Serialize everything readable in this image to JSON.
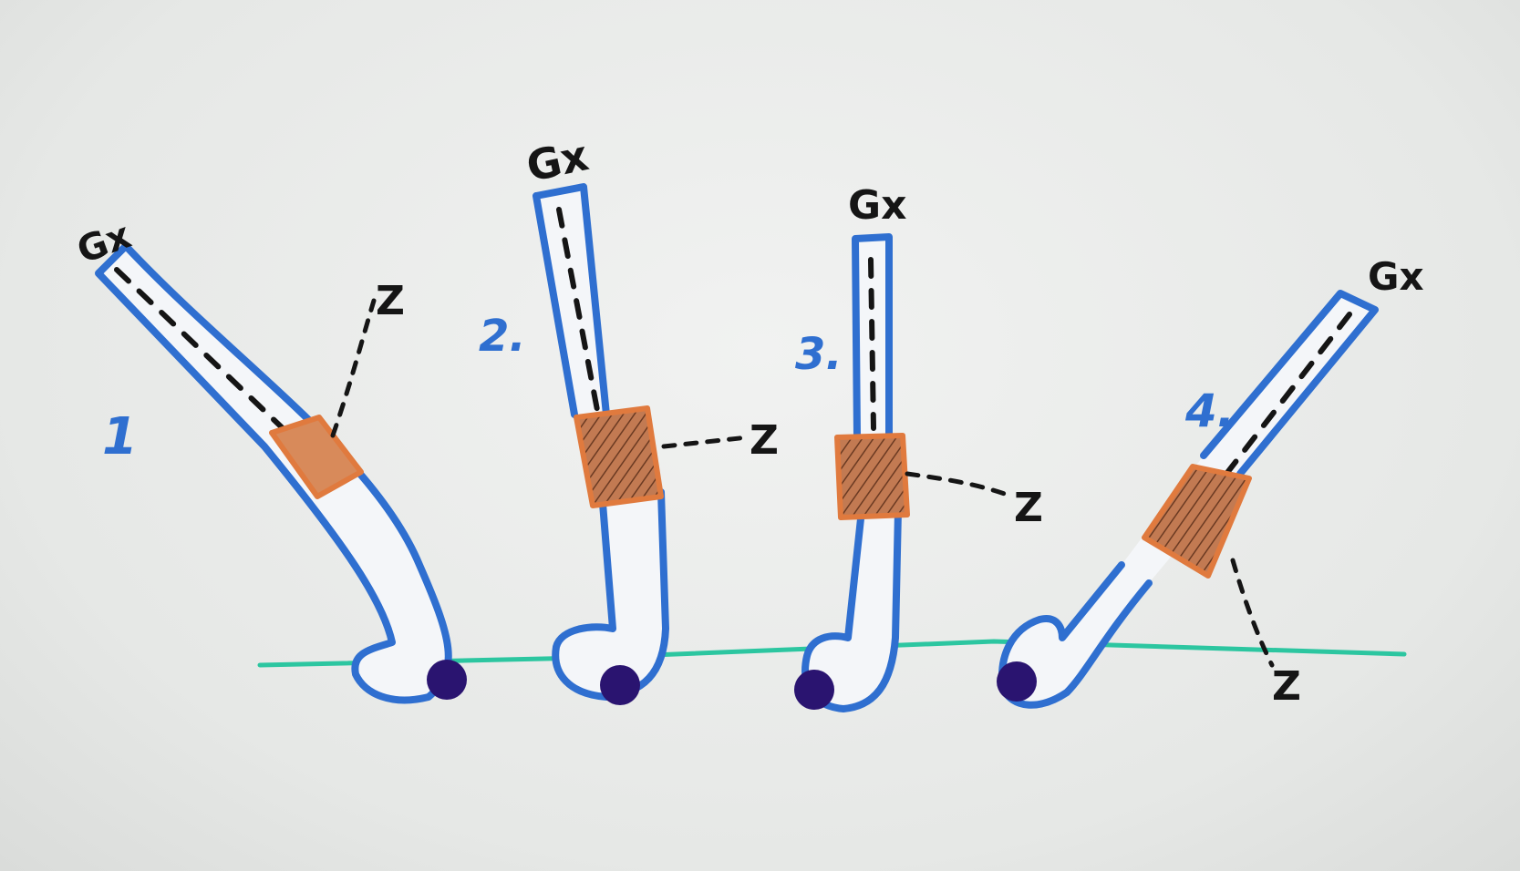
{
  "colors": {
    "stick_outline": "#2f6fd0",
    "tape": "#b8683d",
    "tape_edge": "#e07a3e",
    "ball": "#2a1470",
    "ground_line": "#2cc6a0",
    "marker_black": "#151515"
  },
  "sticks": [
    {
      "number": "1",
      "gx_label": "Gx",
      "z_label": "Z"
    },
    {
      "number": "2.",
      "gx_label": "Gx",
      "z_label": "Z"
    },
    {
      "number": "3.",
      "gx_label": "Gx",
      "z_label": "Z"
    },
    {
      "number": "4.",
      "gx_label": "Gx",
      "z_label": "Z"
    }
  ]
}
